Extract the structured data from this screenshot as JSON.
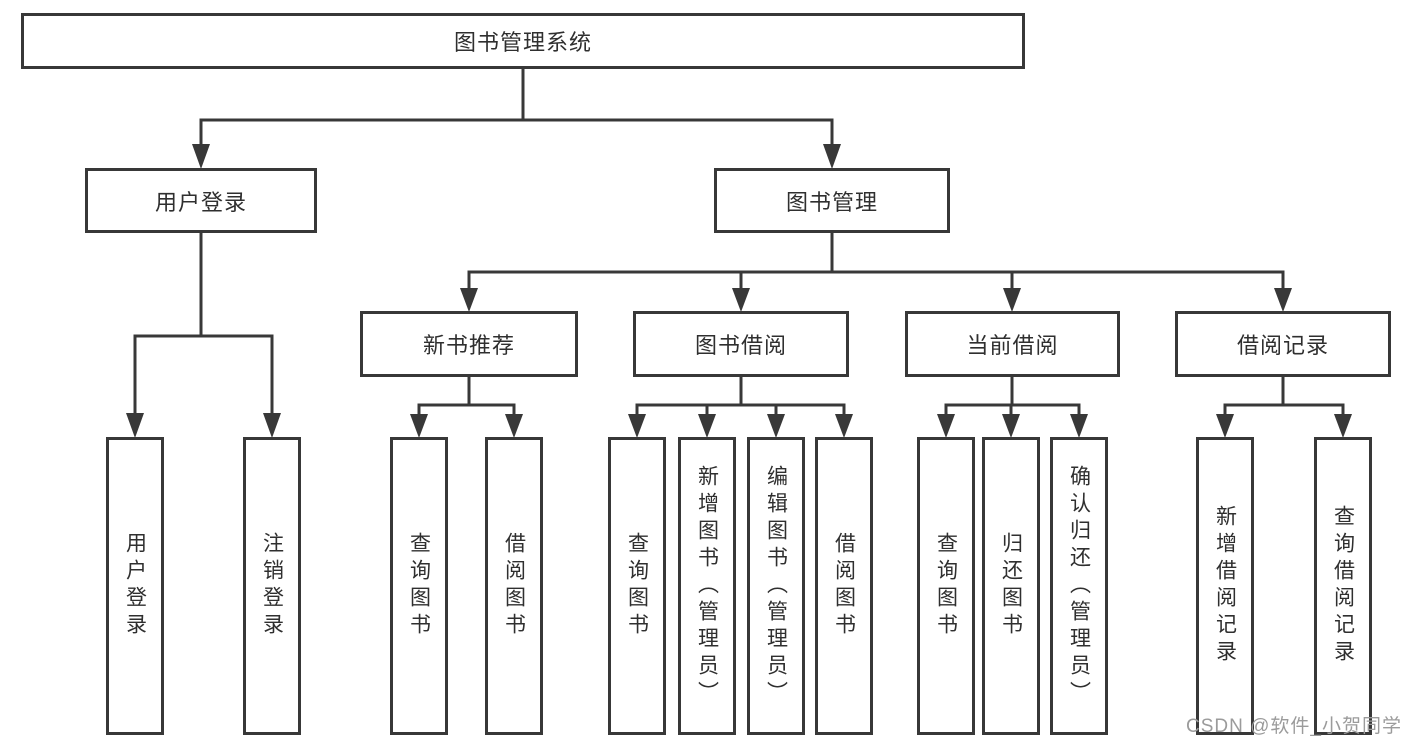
{
  "diagram": {
    "root": {
      "label": "图书管理系统"
    },
    "level2": [
      {
        "label": "用户登录"
      },
      {
        "label": "图书管理"
      }
    ],
    "level3": [
      {
        "label": "新书推荐"
      },
      {
        "label": "图书借阅"
      },
      {
        "label": "当前借阅"
      },
      {
        "label": "借阅记录"
      }
    ],
    "leaves": {
      "user_login": [
        "用户登录",
        "注销登录"
      ],
      "new_book_recommend": [
        "查询图书",
        "借阅图书"
      ],
      "book_borrow": [
        "查询图书",
        "新增图书（管理员）",
        "编辑图书（管理员）",
        "借阅图书"
      ],
      "current_borrow": [
        "查询图书",
        "归还图书",
        "确认归还（管理员）"
      ],
      "borrow_record": [
        "新增借阅记录",
        "查询借阅记录"
      ]
    },
    "colors": {
      "line": "#383838",
      "text": "#2f2f2f",
      "box_background": "#ffffff",
      "page_background": "#ffffff"
    }
  },
  "watermark": {
    "text": "CSDN @软件_小贺同学",
    "color": "#9b9b9b"
  }
}
